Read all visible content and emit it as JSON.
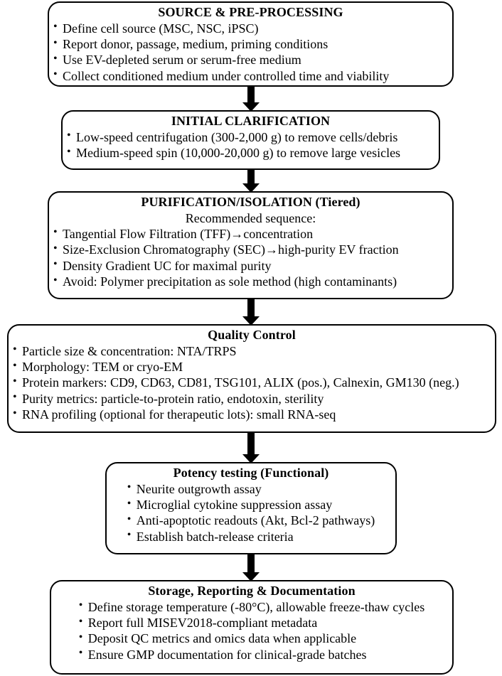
{
  "diagram": {
    "type": "vertical-flowchart",
    "orientation": "top-to-bottom",
    "node_count": 6,
    "connector_count": 5,
    "colors": {
      "border": "#000000",
      "fill": "#ffffff",
      "text": "#000000",
      "arrow": "#000000"
    },
    "nodes": [
      {
        "id": "source",
        "title": "SOURCE & PRE-PROCESSING",
        "subtitle": "",
        "bullets": [
          "Define cell source (MSC, NSC, iPSC)",
          "Report donor, passage, medium, priming conditions",
          "Use EV-depleted serum or serum-free medium",
          "Collect conditioned medium under controlled time and viability"
        ]
      },
      {
        "id": "clarification",
        "title": "INITIAL CLARIFICATION",
        "subtitle": "",
        "bullets": [
          "Low-speed centrifugation (300-2,000 g) to remove cells/debris",
          "Medium-speed spin (10,000-20,000 g) to remove large vesicles"
        ]
      },
      {
        "id": "purification",
        "title": "PURIFICATION/ISOLATION (Tiered)",
        "subtitle": "Recommended sequence:",
        "bullets": [
          "Tangential Flow Filtration (TFF)→concentration",
          "Size-Exclusion Chromatography (SEC)→high-purity EV fraction",
          "Density Gradient UC for maximal purity",
          "Avoid: Polymer precipitation as sole method (high contaminants)"
        ]
      },
      {
        "id": "quality-control",
        "title": "Quality Control",
        "subtitle": "",
        "bullets": [
          "Particle size & concentration: NTA/TRPS",
          "Morphology: TEM or cryo-EM",
          "Protein markers: CD9, CD63, CD81, TSG101, ALIX (pos.), Calnexin, GM130 (neg.)",
          "Purity metrics: particle-to-protein ratio, endotoxin, sterility",
          "RNA profiling (optional for therapeutic lots): small RNA-seq"
        ]
      },
      {
        "id": "potency",
        "title": "Potency testing (Functional)",
        "subtitle": "",
        "bullets": [
          "Neurite outgrowth assay",
          "Microglial cytokine suppression assay",
          "Anti-apoptotic readouts (Akt, Bcl-2 pathways)",
          "Establish batch-release criteria"
        ]
      },
      {
        "id": "storage",
        "title": "Storage, Reporting & Documentation",
        "subtitle": "",
        "bullets": [
          "Define storage temperature (-80°C), allowable freeze-thaw cycles",
          "Report full MISEV2018-compliant metadata",
          "Deposit QC metrics and omics data when applicable",
          "Ensure GMP documentation for clinical-grade batches"
        ]
      }
    ]
  }
}
